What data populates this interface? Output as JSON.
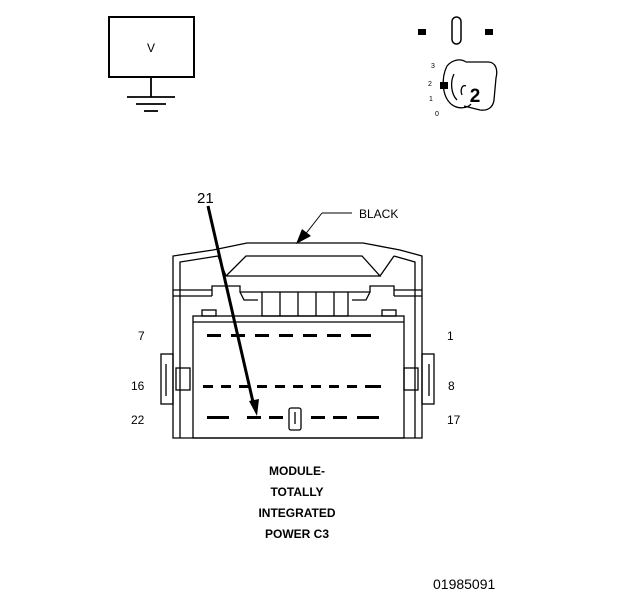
{
  "meter": {
    "label": "V"
  },
  "ignition_key": {
    "positions": [
      "3",
      "2",
      "1",
      "0"
    ],
    "selected": "2"
  },
  "connector": {
    "color_label": "BLACK",
    "pointer_pin": "21",
    "pin_labels": {
      "top_left": "7",
      "top_right": "1",
      "middle_left": "16",
      "middle_right": "8",
      "bottom_left": "22",
      "bottom_right": "17"
    }
  },
  "caption": {
    "line1": "MODULE-",
    "line2": "TOTALLY",
    "line3": "INTEGRATED",
    "line4": "POWER C3"
  },
  "figure_id": "01985091"
}
